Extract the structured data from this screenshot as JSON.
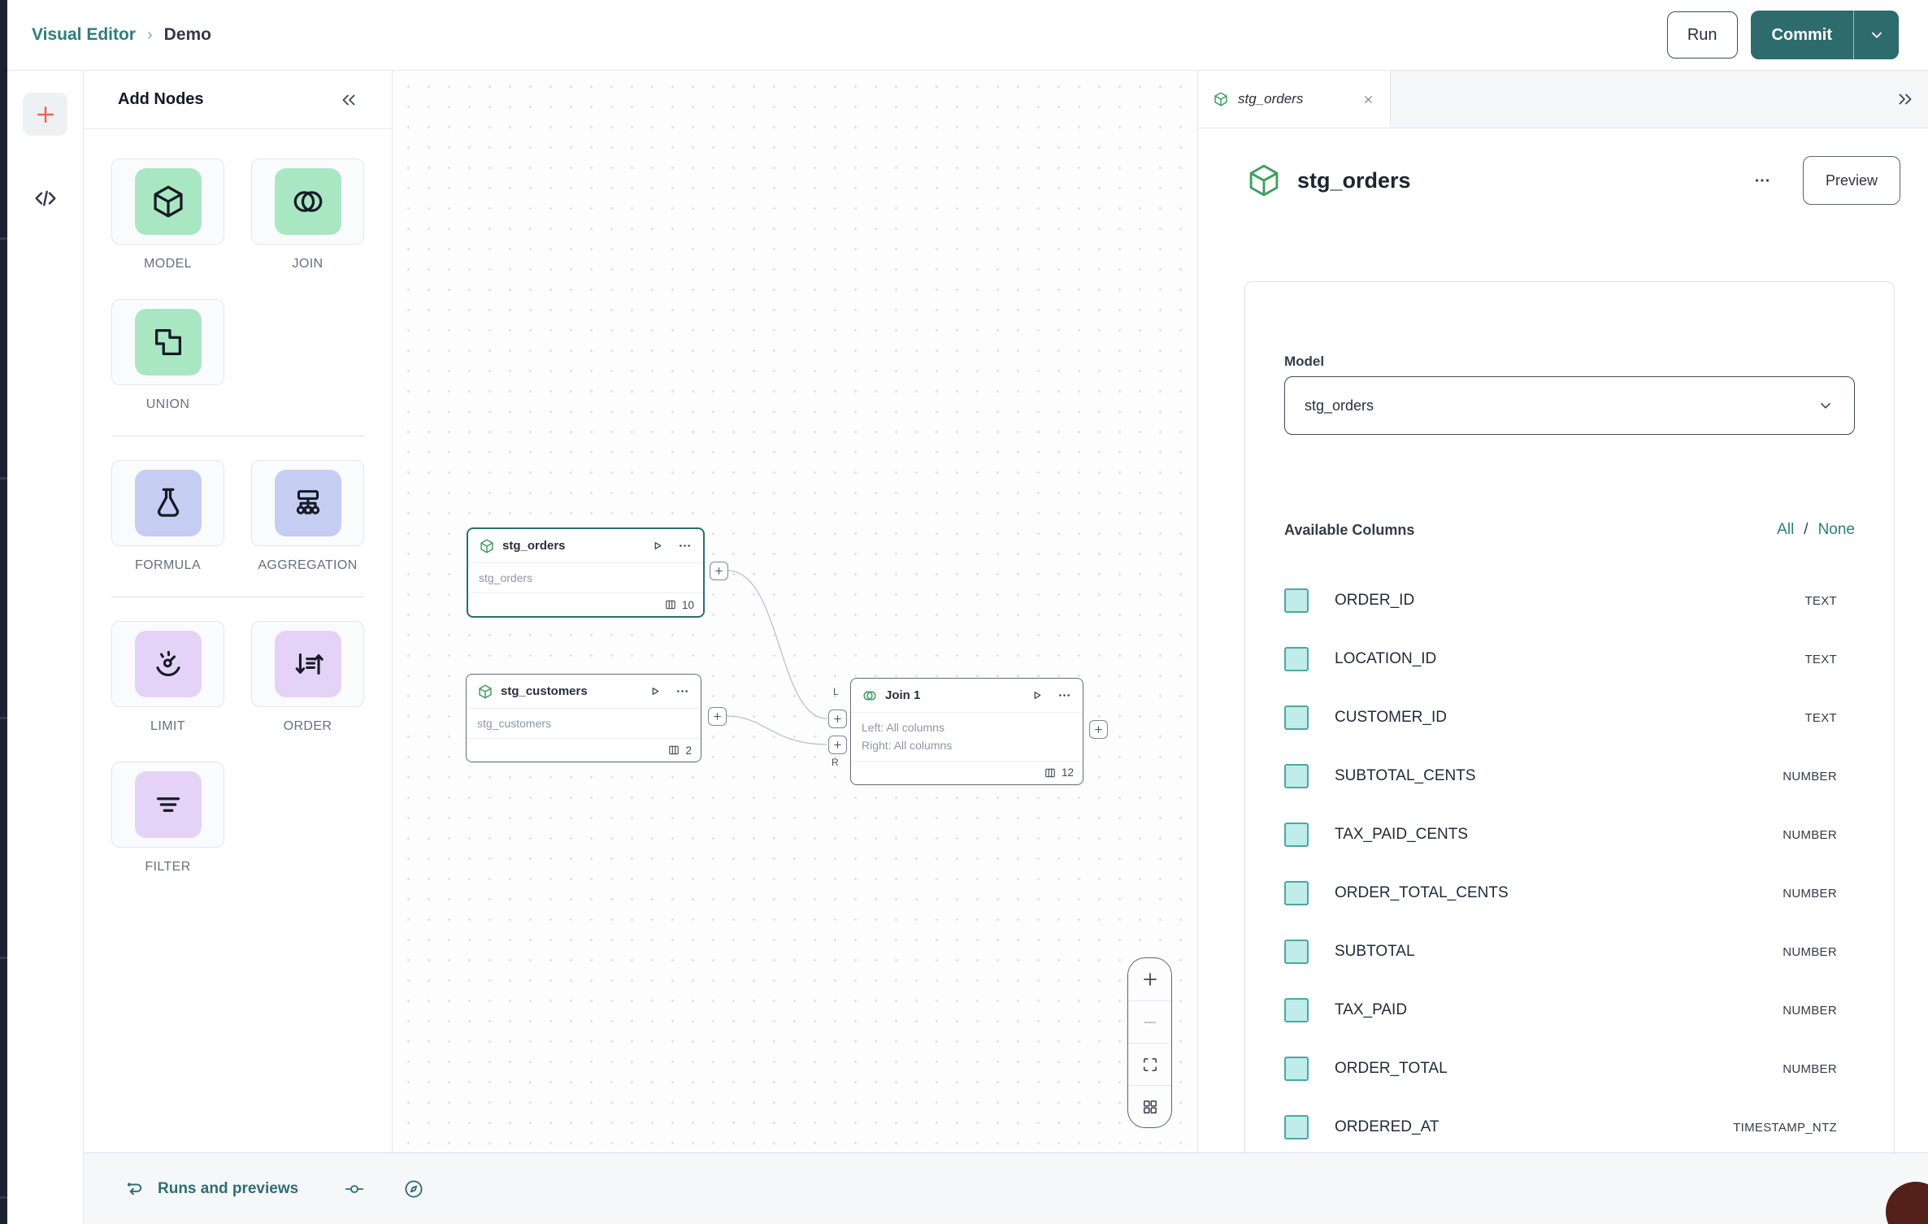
{
  "colors": {
    "teal_button": "#2e6b6c",
    "teal_link": "#2e7d7e",
    "orange_accent": "#e8674a",
    "green_icon": "#3f9e5f",
    "chip_green": "#a9e7c3",
    "chip_periwinkle": "#c5cdf2",
    "chip_purple": "#e4d3f6",
    "checkbox_fill": "#c0ece9",
    "checkbox_border": "#4aa8a8",
    "selected_node_border": "#2b6f6b"
  },
  "topbar": {
    "breadcrumb": {
      "root": "Visual Editor",
      "separator": "›",
      "current": "Demo"
    },
    "run_label": "Run",
    "commit_label": "Commit"
  },
  "palette": {
    "title": "Add Nodes",
    "items": [
      {
        "label": "MODEL"
      },
      {
        "label": "JOIN"
      },
      {
        "label": "UNION"
      },
      {
        "label": "FORMULA"
      },
      {
        "label": "AGGREGATION"
      },
      {
        "label": "LIMIT"
      },
      {
        "label": "ORDER"
      },
      {
        "label": "FILTER"
      }
    ]
  },
  "canvas": {
    "nodes": [
      {
        "title": "stg_orders",
        "subtitle": "stg_orders",
        "column_count": "10"
      },
      {
        "title": "stg_customers",
        "subtitle": "stg_customers",
        "column_count": "2"
      },
      {
        "title": "Join 1",
        "left_line": "Left: All columns",
        "right_line": "Right: All columns",
        "column_count": "12"
      }
    ],
    "join_handle_labels": {
      "left": "L",
      "right": "R"
    }
  },
  "inspector": {
    "tab_title": "stg_orders",
    "heading": "stg_orders",
    "preview_label": "Preview",
    "model_label": "Model",
    "model_value": "stg_orders",
    "available_columns_label": "Available Columns",
    "select_all_label": "All",
    "select_separator": "/",
    "select_none_label": "None",
    "columns": [
      {
        "name": "ORDER_ID",
        "type": "TEXT"
      },
      {
        "name": "LOCATION_ID",
        "type": "TEXT"
      },
      {
        "name": "CUSTOMER_ID",
        "type": "TEXT"
      },
      {
        "name": "SUBTOTAL_CENTS",
        "type": "NUMBER"
      },
      {
        "name": "TAX_PAID_CENTS",
        "type": "NUMBER"
      },
      {
        "name": "ORDER_TOTAL_CENTS",
        "type": "NUMBER"
      },
      {
        "name": "SUBTOTAL",
        "type": "NUMBER"
      },
      {
        "name": "TAX_PAID",
        "type": "NUMBER"
      },
      {
        "name": "ORDER_TOTAL",
        "type": "NUMBER"
      },
      {
        "name": "ORDERED_AT",
        "type": "TIMESTAMP_NTZ"
      }
    ]
  },
  "bottom_bar": {
    "runs_label": "Runs and previews"
  }
}
